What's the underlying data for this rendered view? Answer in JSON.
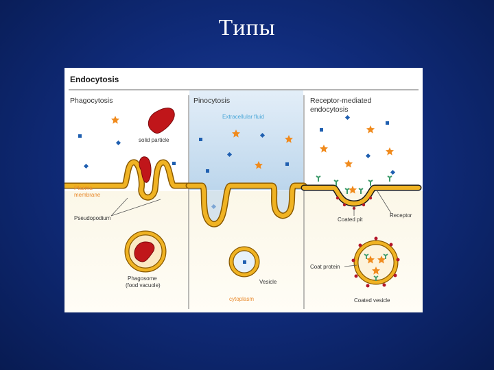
{
  "slide": {
    "title": "Типы"
  },
  "figure": {
    "main_title": "Endocytosis",
    "panels": {
      "phagocytosis": {
        "heading": "Phagocytosis",
        "solid_particle": "solid particle",
        "plasma_membrane_1": "Plasma",
        "plasma_membrane_2": "membrane",
        "pseudopodium": "Pseudopodium",
        "phagosome_1": "Phagosome",
        "phagosome_2": "(food vacuole)"
      },
      "pinocytosis": {
        "heading": "Pinocytosis",
        "extracellular_fluid": "Extracellular fluid",
        "vesicle": "Vesicle",
        "cytoplasm": "cytoplasm"
      },
      "receptor": {
        "heading_1": "Receptor-mediated",
        "heading_2": "endocytosis",
        "coated_pit": "Coated pit",
        "receptor_label": "Receptor",
        "coat_protein": "Coat protein",
        "coated_vesicle": "Coated vesicle"
      }
    },
    "colors": {
      "membrane_fill": "#f0b323",
      "membrane_outline": "#8a5a00",
      "particle": "#c0161a",
      "star": "#f08a1c",
      "dot": "#1f5fb0",
      "receptor": "#3b9a6a",
      "label_orange": "#e8882a",
      "label_blue": "#4aa7d8"
    }
  }
}
